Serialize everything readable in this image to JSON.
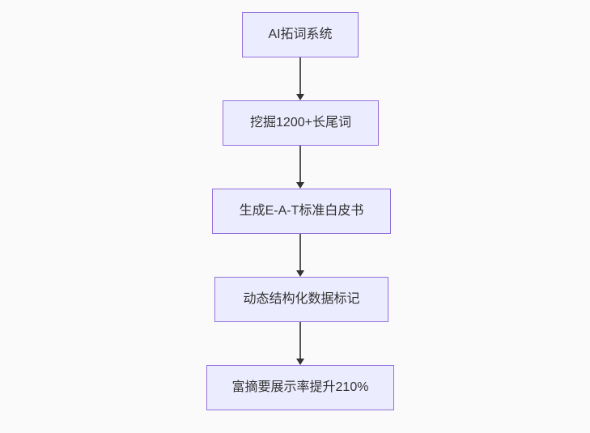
{
  "diagram": {
    "type": "flowchart-top-down",
    "nodes": [
      {
        "id": "A",
        "label": "AI拓词系统"
      },
      {
        "id": "B",
        "label": "挖掘1200+长尾词"
      },
      {
        "id": "C",
        "label": "生成E-A-T标准白皮书"
      },
      {
        "id": "D",
        "label": "动态结构化数据标记"
      },
      {
        "id": "E",
        "label": "富摘要展示率提升210%"
      }
    ],
    "edges": [
      {
        "from": "A",
        "to": "B"
      },
      {
        "from": "B",
        "to": "C"
      },
      {
        "from": "C",
        "to": "D"
      },
      {
        "from": "D",
        "to": "E"
      }
    ],
    "colors": {
      "node_fill": "#ECECFF",
      "node_border": "#9370DB",
      "node_text": "#333333",
      "arrow_line": "#555555",
      "arrow_head": "#333333",
      "background": "#FAFAFA"
    }
  }
}
